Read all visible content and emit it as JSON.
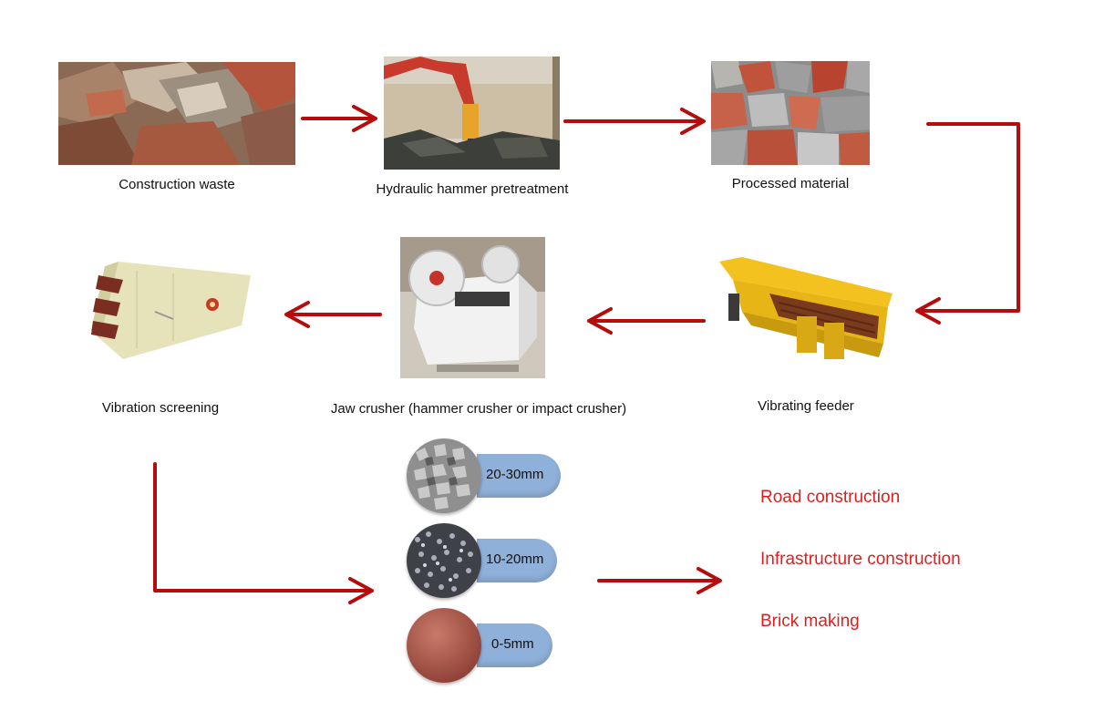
{
  "steps": {
    "construction_waste": "Construction waste",
    "hydraulic_hammer": "Hydraulic hammer pretreatment",
    "processed_material": "Processed material",
    "vibrating_feeder": "Vibrating feeder",
    "jaw_crusher": "Jaw crusher (hammer crusher or impact crusher)",
    "vibration_screening": "Vibration screening"
  },
  "products": [
    {
      "size": "20-30mm"
    },
    {
      "size": "10-20mm"
    },
    {
      "size": "0-5mm"
    }
  ],
  "uses": [
    "Road construction",
    "Infrastructure construction",
    "Brick making"
  ],
  "colors": {
    "arrow": "#b50c0c",
    "use_text": "#e01e1e",
    "pill": "#8fb0d9"
  }
}
